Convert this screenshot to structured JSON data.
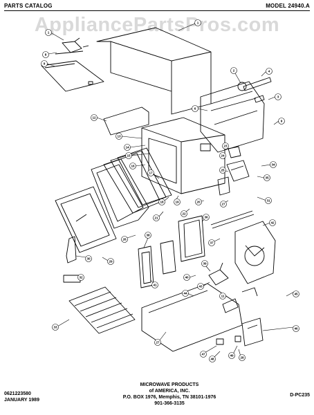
{
  "header": {
    "left": "PARTS CATALOG",
    "right": "MODEL 24940.A"
  },
  "watermark": "AppliancePartsPros.com",
  "footer": {
    "left_lines": [
      "0621223580",
      "JANUARY 1989"
    ],
    "center_lines": [
      "MICROWAVE PRODUCTS",
      "of AMERICA, INC.",
      "P.O. BOX 1976, Memphis, TN 38101-1976",
      "901-366-3135"
    ],
    "right": "D-PC235"
  },
  "callouts": [
    "1",
    "2",
    "3",
    "4",
    "5",
    "6",
    "7",
    "8",
    "9",
    "10",
    "11",
    "12",
    "13",
    "14",
    "15",
    "16",
    "17",
    "18",
    "19",
    "20",
    "21",
    "22",
    "23",
    "24",
    "25",
    "26",
    "27",
    "28",
    "29",
    "30",
    "31",
    "32",
    "33",
    "34",
    "35",
    "36",
    "37",
    "38",
    "39",
    "40",
    "41",
    "42",
    "43",
    "44",
    "45",
    "46",
    "47",
    "48",
    "49"
  ]
}
